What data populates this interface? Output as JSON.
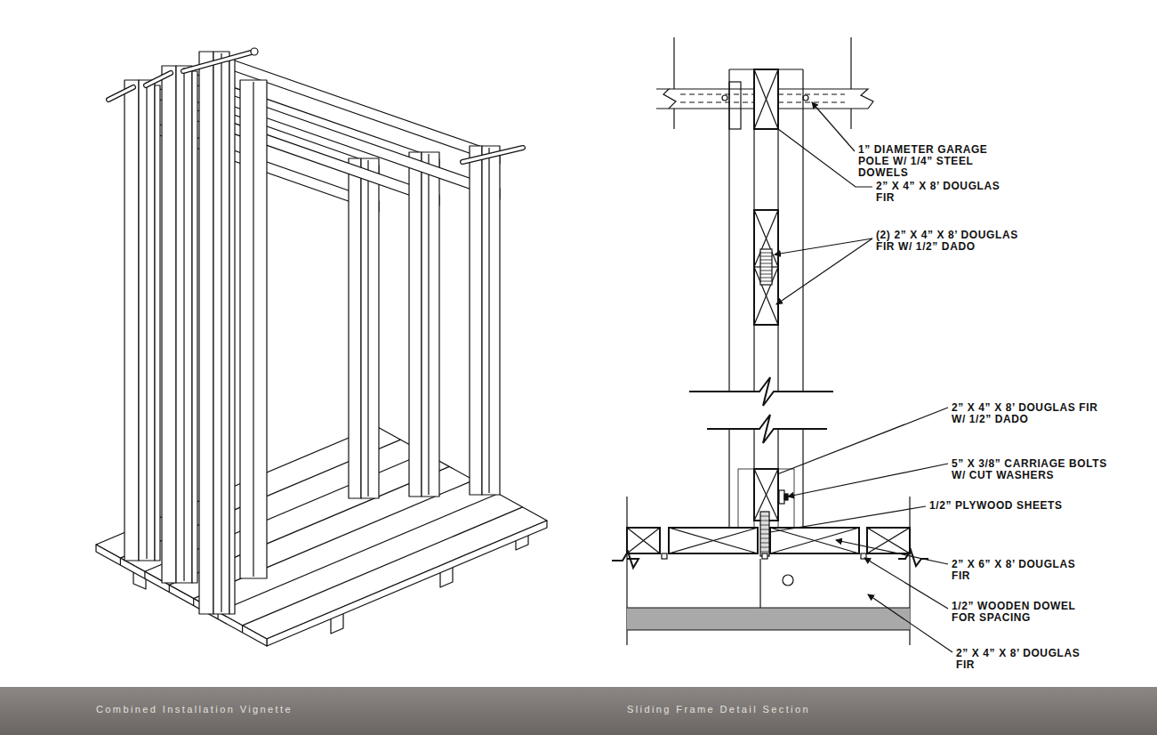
{
  "diagram": {
    "labels": [
      "1” DIAMETER GARAGE POLE W/ 1/4” STEEL DOWELS",
      "2” X 4” X 8’ DOUGLAS FIR",
      "(2) 2” X 4” X 8’ DOUGLAS FIR W/ 1/2” DADO",
      "2” X 4” X 8’ DOUGLAS FIR W/ 1/2” DADO",
      "5” X 3/8” CARRIAGE BOLTS W/ CUT WASHERS",
      "1/2” PLYWOOD SHEETS",
      "2” X 6” X 8’ DOUGLAS FIR",
      "1/2” WOODEN DOWEL FOR SPACING",
      "2” X 4” X 8’ DOUGLAS FIR",
      "Combined Installation Vignette",
      "Sliding Frame Detail Section"
    ]
  }
}
